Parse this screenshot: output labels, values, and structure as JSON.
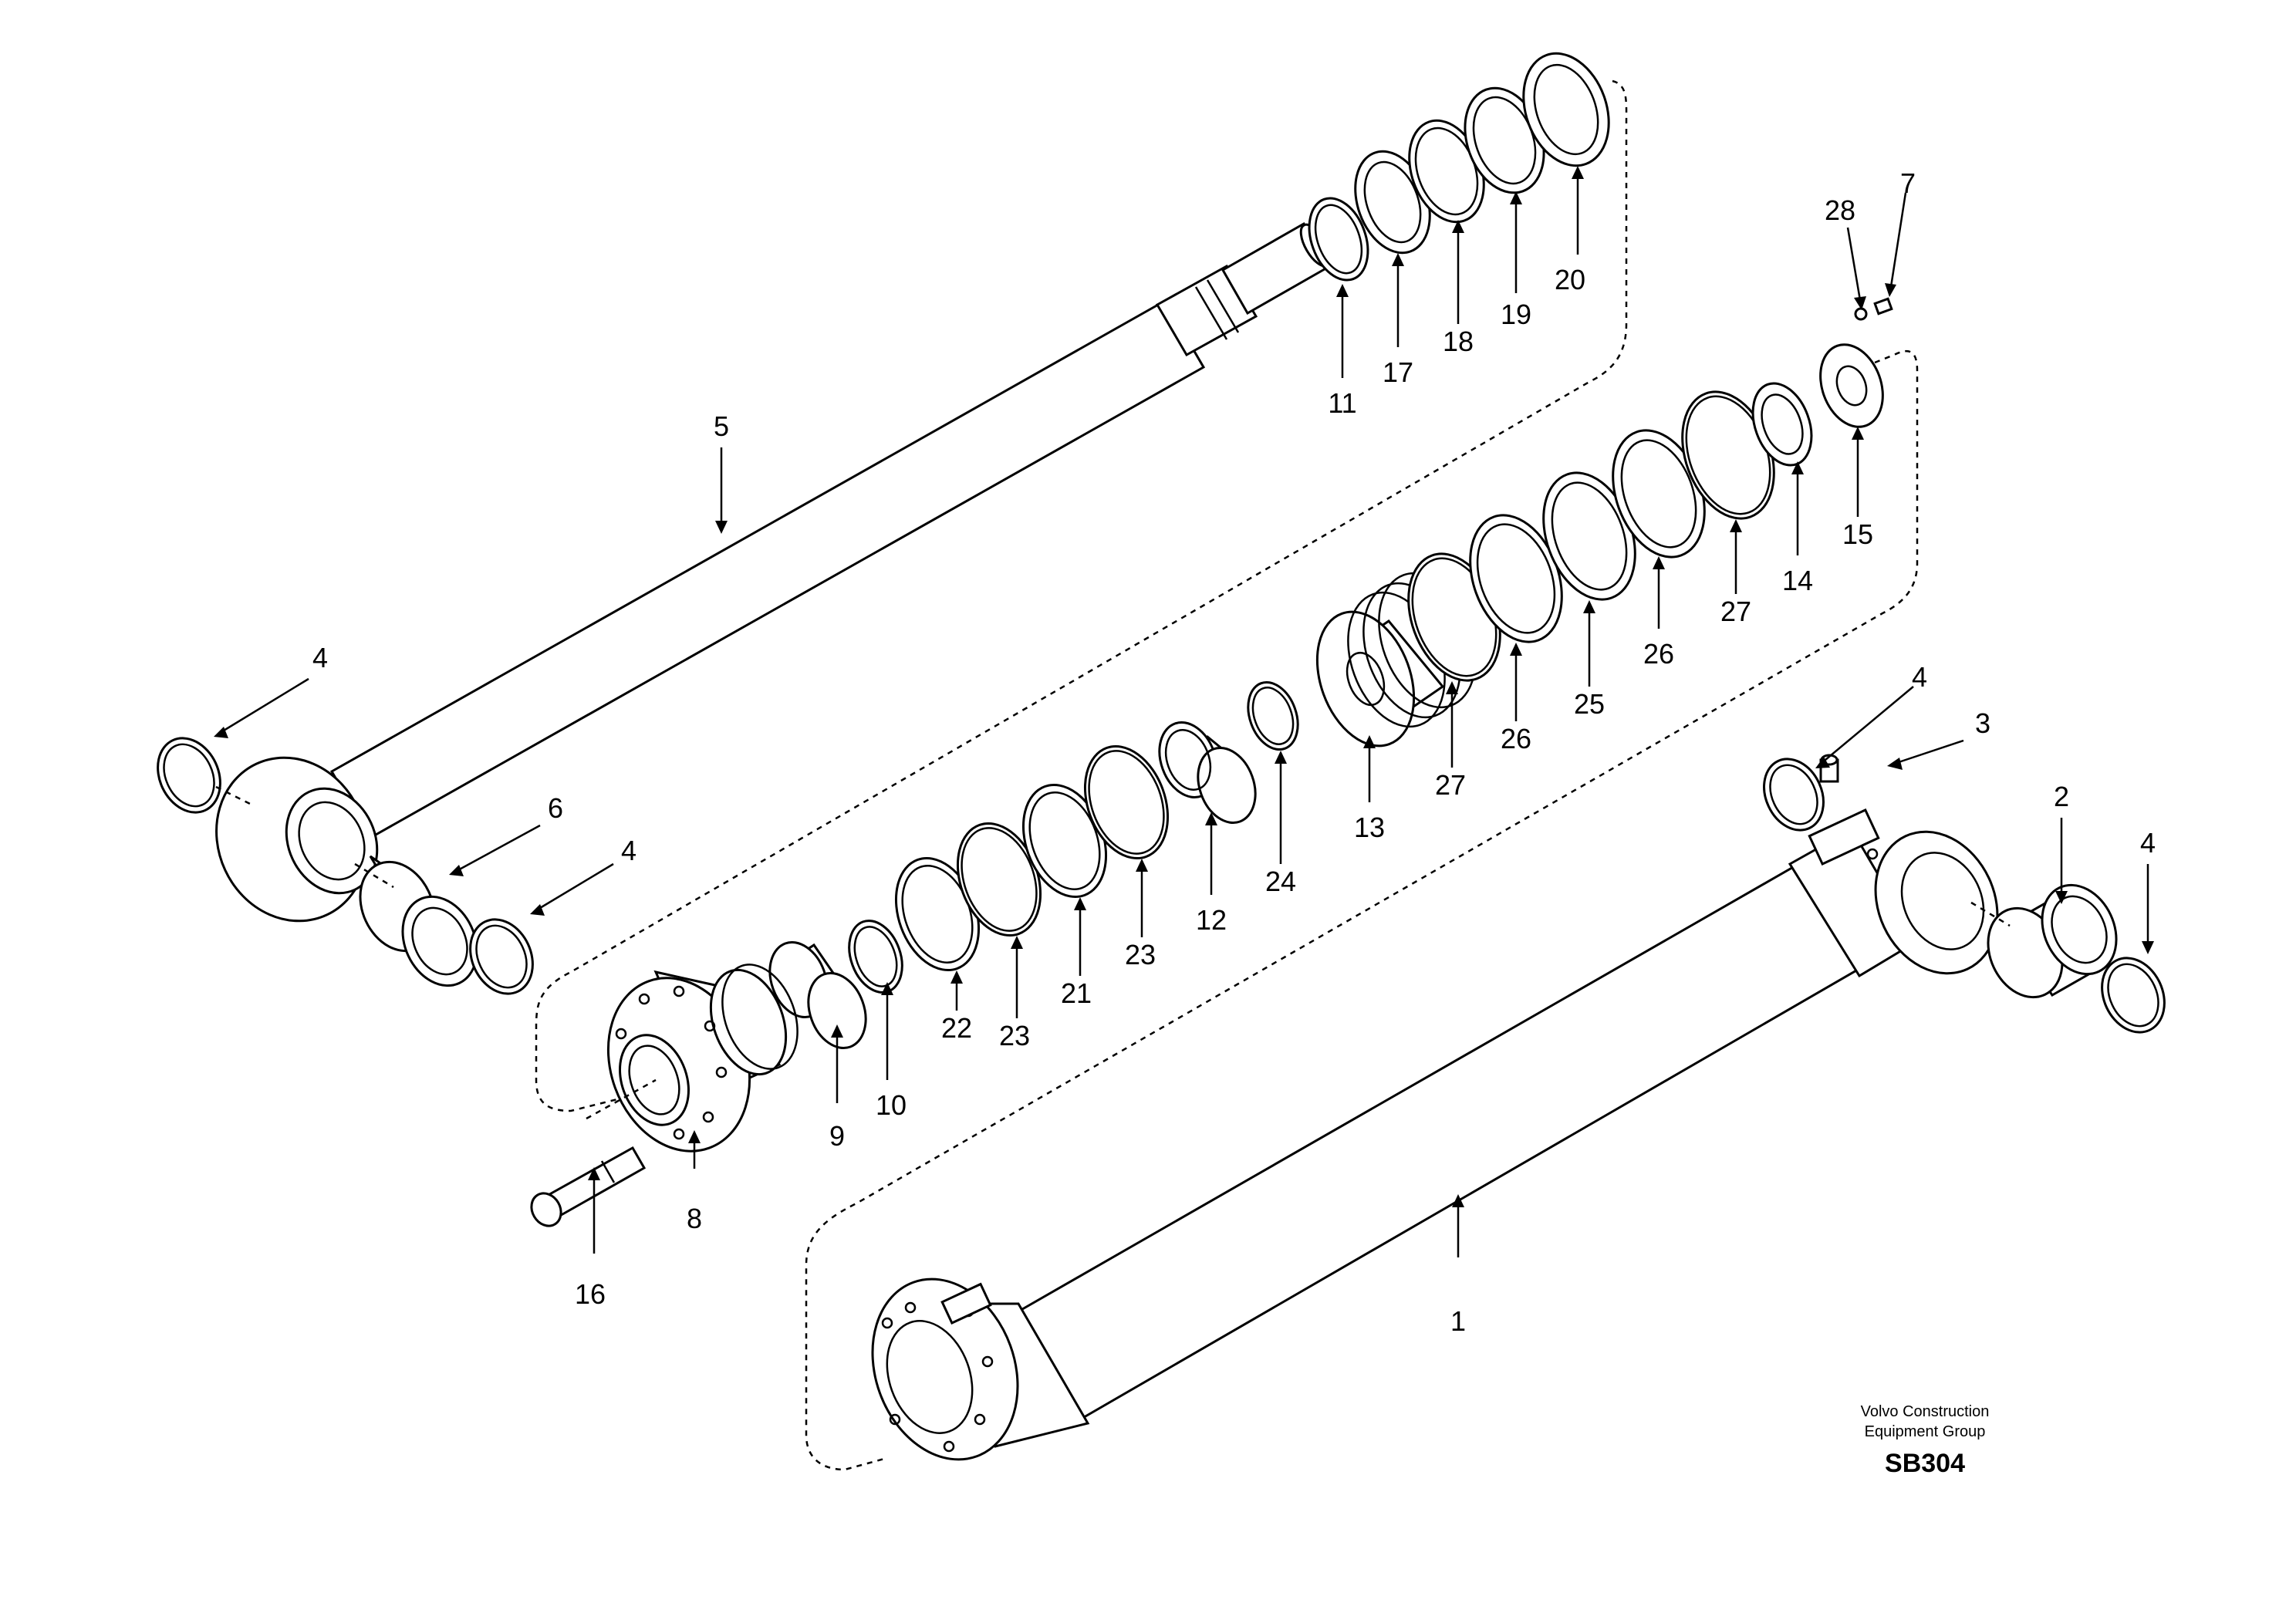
{
  "callouts": [
    {
      "id": "c1",
      "label": "1"
    },
    {
      "id": "c2",
      "label": "2"
    },
    {
      "id": "c3",
      "label": "3"
    },
    {
      "id": "c4a",
      "label": "4"
    },
    {
      "id": "c4b",
      "label": "4"
    },
    {
      "id": "c4c",
      "label": "4"
    },
    {
      "id": "c4d",
      "label": "4"
    },
    {
      "id": "c5",
      "label": "5"
    },
    {
      "id": "c6",
      "label": "6"
    },
    {
      "id": "c7",
      "label": "7"
    },
    {
      "id": "c8",
      "label": "8"
    },
    {
      "id": "c9",
      "label": "9"
    },
    {
      "id": "c10",
      "label": "10"
    },
    {
      "id": "c11",
      "label": "11"
    },
    {
      "id": "c12",
      "label": "12"
    },
    {
      "id": "c13",
      "label": "13"
    },
    {
      "id": "c14",
      "label": "14"
    },
    {
      "id": "c15",
      "label": "15"
    },
    {
      "id": "c16",
      "label": "16"
    },
    {
      "id": "c17",
      "label": "17"
    },
    {
      "id": "c18",
      "label": "18"
    },
    {
      "id": "c19",
      "label": "19"
    },
    {
      "id": "c20",
      "label": "20"
    },
    {
      "id": "c21",
      "label": "21"
    },
    {
      "id": "c22",
      "label": "22"
    },
    {
      "id": "c23a",
      "label": "23"
    },
    {
      "id": "c23b",
      "label": "23"
    },
    {
      "id": "c24",
      "label": "24"
    },
    {
      "id": "c25",
      "label": "25"
    },
    {
      "id": "c26a",
      "label": "26"
    },
    {
      "id": "c26b",
      "label": "26"
    },
    {
      "id": "c27a",
      "label": "27"
    },
    {
      "id": "c27b",
      "label": "27"
    },
    {
      "id": "c28",
      "label": "28"
    }
  ],
  "credit": {
    "line1": "Volvo Construction",
    "line2": "Equipment Group",
    "code": "SB304"
  }
}
